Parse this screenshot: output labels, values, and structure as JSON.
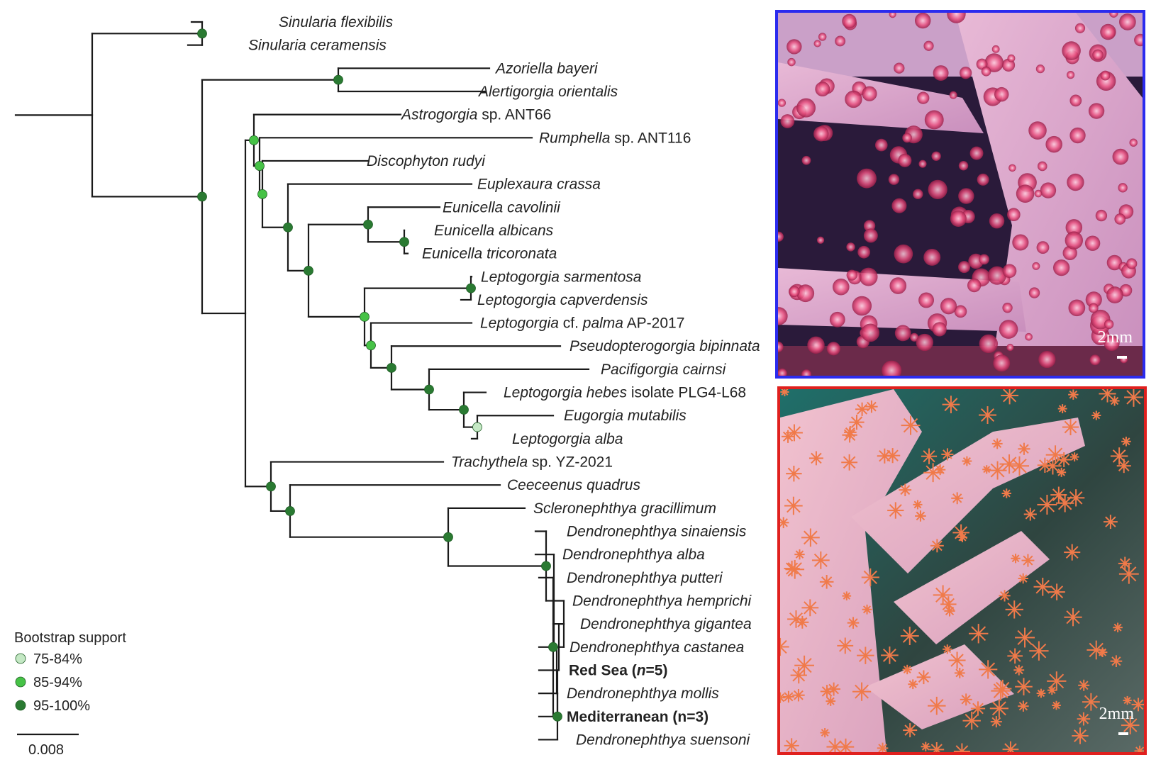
{
  "colors": {
    "support_75_84": "#c4e8c4",
    "support_85_94": "#46c246",
    "support_95_100": "#2a7a32",
    "red_sea": "#d21f1f",
    "mediterranean": "#2424d6",
    "frame_top": "#2b2bee",
    "frame_bottom": "#e0201e"
  },
  "taxa": [
    {
      "parts": [
        {
          "t": "Sinularia",
          "i": true
        },
        {
          "t": "flexibilis",
          "i": true
        }
      ]
    },
    {
      "parts": [
        {
          "t": "Sinularia",
          "i": true
        },
        {
          "t": "ceramensis",
          "i": true
        }
      ]
    },
    {
      "parts": [
        {
          "t": "Azoriella",
          "i": true
        },
        {
          "t": "bayeri",
          "i": true
        }
      ]
    },
    {
      "parts": [
        {
          "t": "Alertigorgia",
          "i": true
        },
        {
          "t": "orientalis",
          "i": true
        }
      ]
    },
    {
      "parts": [
        {
          "t": "Astrogorgia",
          "i": true
        },
        {
          "t": "sp.",
          "i": false
        },
        {
          "t": "ANT66",
          "i": false
        }
      ]
    },
    {
      "parts": [
        {
          "t": "Rumphella",
          "i": true
        },
        {
          "t": "sp.",
          "i": false
        },
        {
          "t": "ANT116",
          "i": false
        }
      ]
    },
    {
      "parts": [
        {
          "t": "Discophyton",
          "i": true
        },
        {
          "t": "rudyi",
          "i": true
        }
      ]
    },
    {
      "parts": [
        {
          "t": "Euplexaura",
          "i": true
        },
        {
          "t": "crassa",
          "i": true
        }
      ]
    },
    {
      "parts": [
        {
          "t": "Eunicella",
          "i": true
        },
        {
          "t": "cavolinii",
          "i": true
        }
      ]
    },
    {
      "parts": [
        {
          "t": "Eunicella",
          "i": true
        },
        {
          "t": "albicans",
          "i": true
        }
      ]
    },
    {
      "parts": [
        {
          "t": "Eunicella",
          "i": true
        },
        {
          "t": "tricoronata",
          "i": true
        }
      ]
    },
    {
      "parts": [
        {
          "t": "Leptogorgia",
          "i": true
        },
        {
          "t": "sarmentosa",
          "i": true
        }
      ]
    },
    {
      "parts": [
        {
          "t": "Leptogorgia",
          "i": true
        },
        {
          "t": "capverdensis",
          "i": true
        }
      ]
    },
    {
      "parts": [
        {
          "t": "Leptogorgia",
          "i": true
        },
        {
          "t": "cf.",
          "i": false
        },
        {
          "t": "palma",
          "i": true
        },
        {
          "t": "AP-2017",
          "i": false
        }
      ]
    },
    {
      "parts": [
        {
          "t": "Pseudopterogorgia",
          "i": true
        },
        {
          "t": "bipinnata",
          "i": true
        }
      ]
    },
    {
      "parts": [
        {
          "t": "Pacifigorgia",
          "i": true
        },
        {
          "t": "cairnsi",
          "i": true
        }
      ]
    },
    {
      "parts": [
        {
          "t": "Leptogorgia",
          "i": true
        },
        {
          "t": "hebes",
          "i": true
        },
        {
          "t": "isolate",
          "i": false
        },
        {
          "t": "PLG4-L68",
          "i": false
        }
      ]
    },
    {
      "parts": [
        {
          "t": "Eugorgia",
          "i": true
        },
        {
          "t": "mutabilis",
          "i": true
        }
      ]
    },
    {
      "parts": [
        {
          "t": "Leptogorgia",
          "i": true
        },
        {
          "t": "alba",
          "i": true
        }
      ]
    },
    {
      "parts": [
        {
          "t": "Trachythela",
          "i": true
        },
        {
          "t": "sp.",
          "i": false
        },
        {
          "t": "YZ-2021",
          "i": false
        }
      ]
    },
    {
      "parts": [
        {
          "t": "Ceeceenus",
          "i": true
        },
        {
          "t": "quadrus",
          "i": true
        }
      ]
    },
    {
      "parts": [
        {
          "t": "Scleronephthya",
          "i": true
        },
        {
          "t": "gracillimum",
          "i": true
        }
      ]
    },
    {
      "parts": [
        {
          "t": "Dendronephthya",
          "i": true
        },
        {
          "t": "sinaiensis",
          "i": true
        }
      ]
    },
    {
      "parts": [
        {
          "t": "Dendronephthya",
          "i": true
        },
        {
          "t": "alba",
          "i": true
        }
      ]
    },
    {
      "parts": [
        {
          "t": "Dendronephthya",
          "i": true
        },
        {
          "t": "putteri",
          "i": true
        }
      ]
    },
    {
      "parts": [
        {
          "t": "Dendronephthya",
          "i": true
        },
        {
          "t": "hemprichi",
          "i": true
        }
      ]
    },
    {
      "parts": [
        {
          "t": "Dendronephthya",
          "i": true
        },
        {
          "t": "gigantea",
          "i": true
        }
      ]
    },
    {
      "parts": [
        {
          "t": "Dendronephthya",
          "i": true
        },
        {
          "t": "castanea",
          "i": true
        }
      ]
    },
    {
      "group": "red_sea",
      "parts": [
        {
          "t": "Red Sea (",
          "i": false
        },
        {
          "t": "n",
          "i": true
        },
        {
          "t": "=5)",
          "i": false
        }
      ]
    },
    {
      "parts": [
        {
          "t": "Dendronephthya",
          "i": true
        },
        {
          "t": "mollis",
          "i": true
        }
      ]
    },
    {
      "group": "mediterranean",
      "parts": [
        {
          "t": "Mediterranean (n=3)",
          "i": false
        }
      ]
    },
    {
      "parts": [
        {
          "t": "Dendronephthya",
          "i": true
        },
        {
          "t": "suensoni",
          "i": true
        }
      ]
    }
  ],
  "legend": {
    "title": "Bootstrap support",
    "items": [
      {
        "label": "75-84%",
        "color_key": "support_75_84"
      },
      {
        "label": "85-94%",
        "color_key": "support_85_94"
      },
      {
        "label": "95-100%",
        "color_key": "support_95_100"
      }
    ]
  },
  "scale_bar": {
    "label": "0.008"
  },
  "photos": {
    "top": {
      "scale_label": "2mm"
    },
    "bottom": {
      "scale_label": "2mm"
    }
  }
}
